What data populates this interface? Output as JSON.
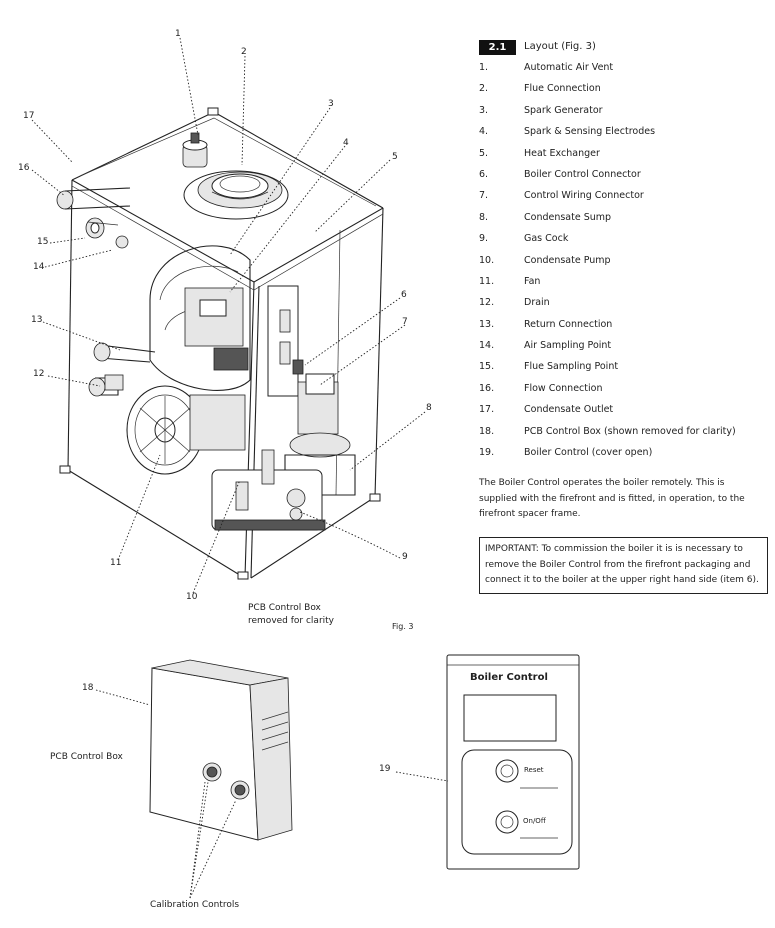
{
  "section": {
    "number": "2.1",
    "title": "Layout",
    "fig_ref": "(Fig. 3)"
  },
  "legend": [
    {
      "num": "1.",
      "text": "Automatic Air Vent"
    },
    {
      "num": "2.",
      "text": "Flue Connection"
    },
    {
      "num": "3.",
      "text": "Spark Generator"
    },
    {
      "num": "4.",
      "text": "Spark & Sensing Electrodes"
    },
    {
      "num": "5.",
      "text": "Heat Exchanger"
    },
    {
      "num": "6.",
      "text": "Boiler Control Connector"
    },
    {
      "num": "7.",
      "text": "Control Wiring Connector"
    },
    {
      "num": "8.",
      "text": "Condensate Sump"
    },
    {
      "num": "9.",
      "text": "Gas Cock"
    },
    {
      "num": "10.",
      "text": "Condensate Pump"
    },
    {
      "num": "11.",
      "text": "Fan"
    },
    {
      "num": "12.",
      "text": "Drain"
    },
    {
      "num": "13.",
      "text": "Return Connection"
    },
    {
      "num": "14.",
      "text": "Air Sampling Point"
    },
    {
      "num": "15.",
      "text": "Flue Sampling Point"
    },
    {
      "num": "16.",
      "text": "Flow Connection"
    },
    {
      "num": "17.",
      "text": "Condensate Outlet"
    },
    {
      "num": "18.",
      "text": "PCB Control Box (shown removed for clarity)"
    },
    {
      "num": "19.",
      "text": "Boiler Control (cover open)"
    }
  ],
  "description": "The Boiler Control operates the boiler remotely. This is supplied with the firefront and is fitted, in operation, to the firefront spacer frame.",
  "important": "IMPORTANT: To commission the boiler it is is necessary to remove the Boiler Control from the firefront packaging and connect it to the boiler at the upper right hand side (item 6).",
  "diagram": {
    "callouts": [
      "1",
      "2",
      "3",
      "4",
      "5",
      "6",
      "7",
      "8",
      "9",
      "10",
      "11",
      "12",
      "13",
      "14",
      "15",
      "16",
      "17",
      "18",
      "19"
    ],
    "pcb_caption_line1": "PCB Control Box",
    "pcb_caption_line2": "removed for clarity",
    "fig_label": "Fig. 3",
    "pcb_box_label": "PCB Control Box",
    "calibration_label": "Calibration Controls",
    "boiler_control_title": "Boiler Control",
    "reset_label": "Reset",
    "onoff_label": "On/Off"
  }
}
